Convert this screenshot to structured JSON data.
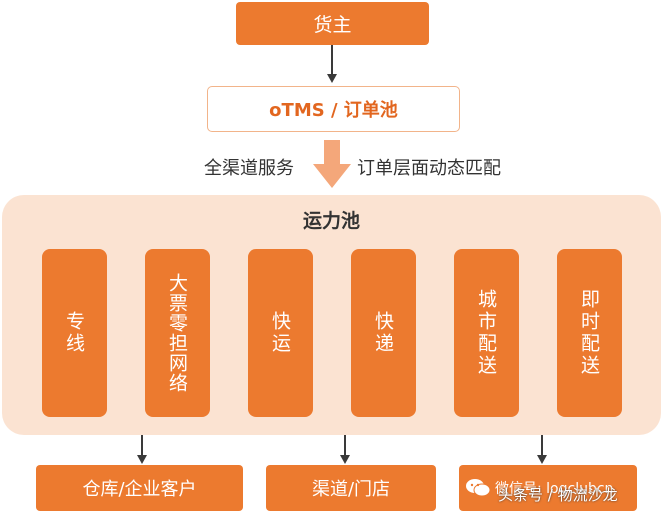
{
  "shipper": "货主",
  "otms": "oTMS / 订单池",
  "flow_left": "全渠道服务",
  "flow_right": "订单层面动态匹配",
  "pool_title": "运力池",
  "carriers": [
    "专线",
    "大票零担网络",
    "快运",
    "快递",
    "城市配送",
    "即时配送"
  ],
  "destinations": [
    "仓库/企业客户",
    "渠道/门店",
    "微信号: logclubcn"
  ],
  "watermark": "头条号 / 物流沙龙",
  "colors": {
    "accent": "#ec7a2f",
    "pool_bg": "#fbe3d2",
    "otms_border": "#f2b48a"
  }
}
